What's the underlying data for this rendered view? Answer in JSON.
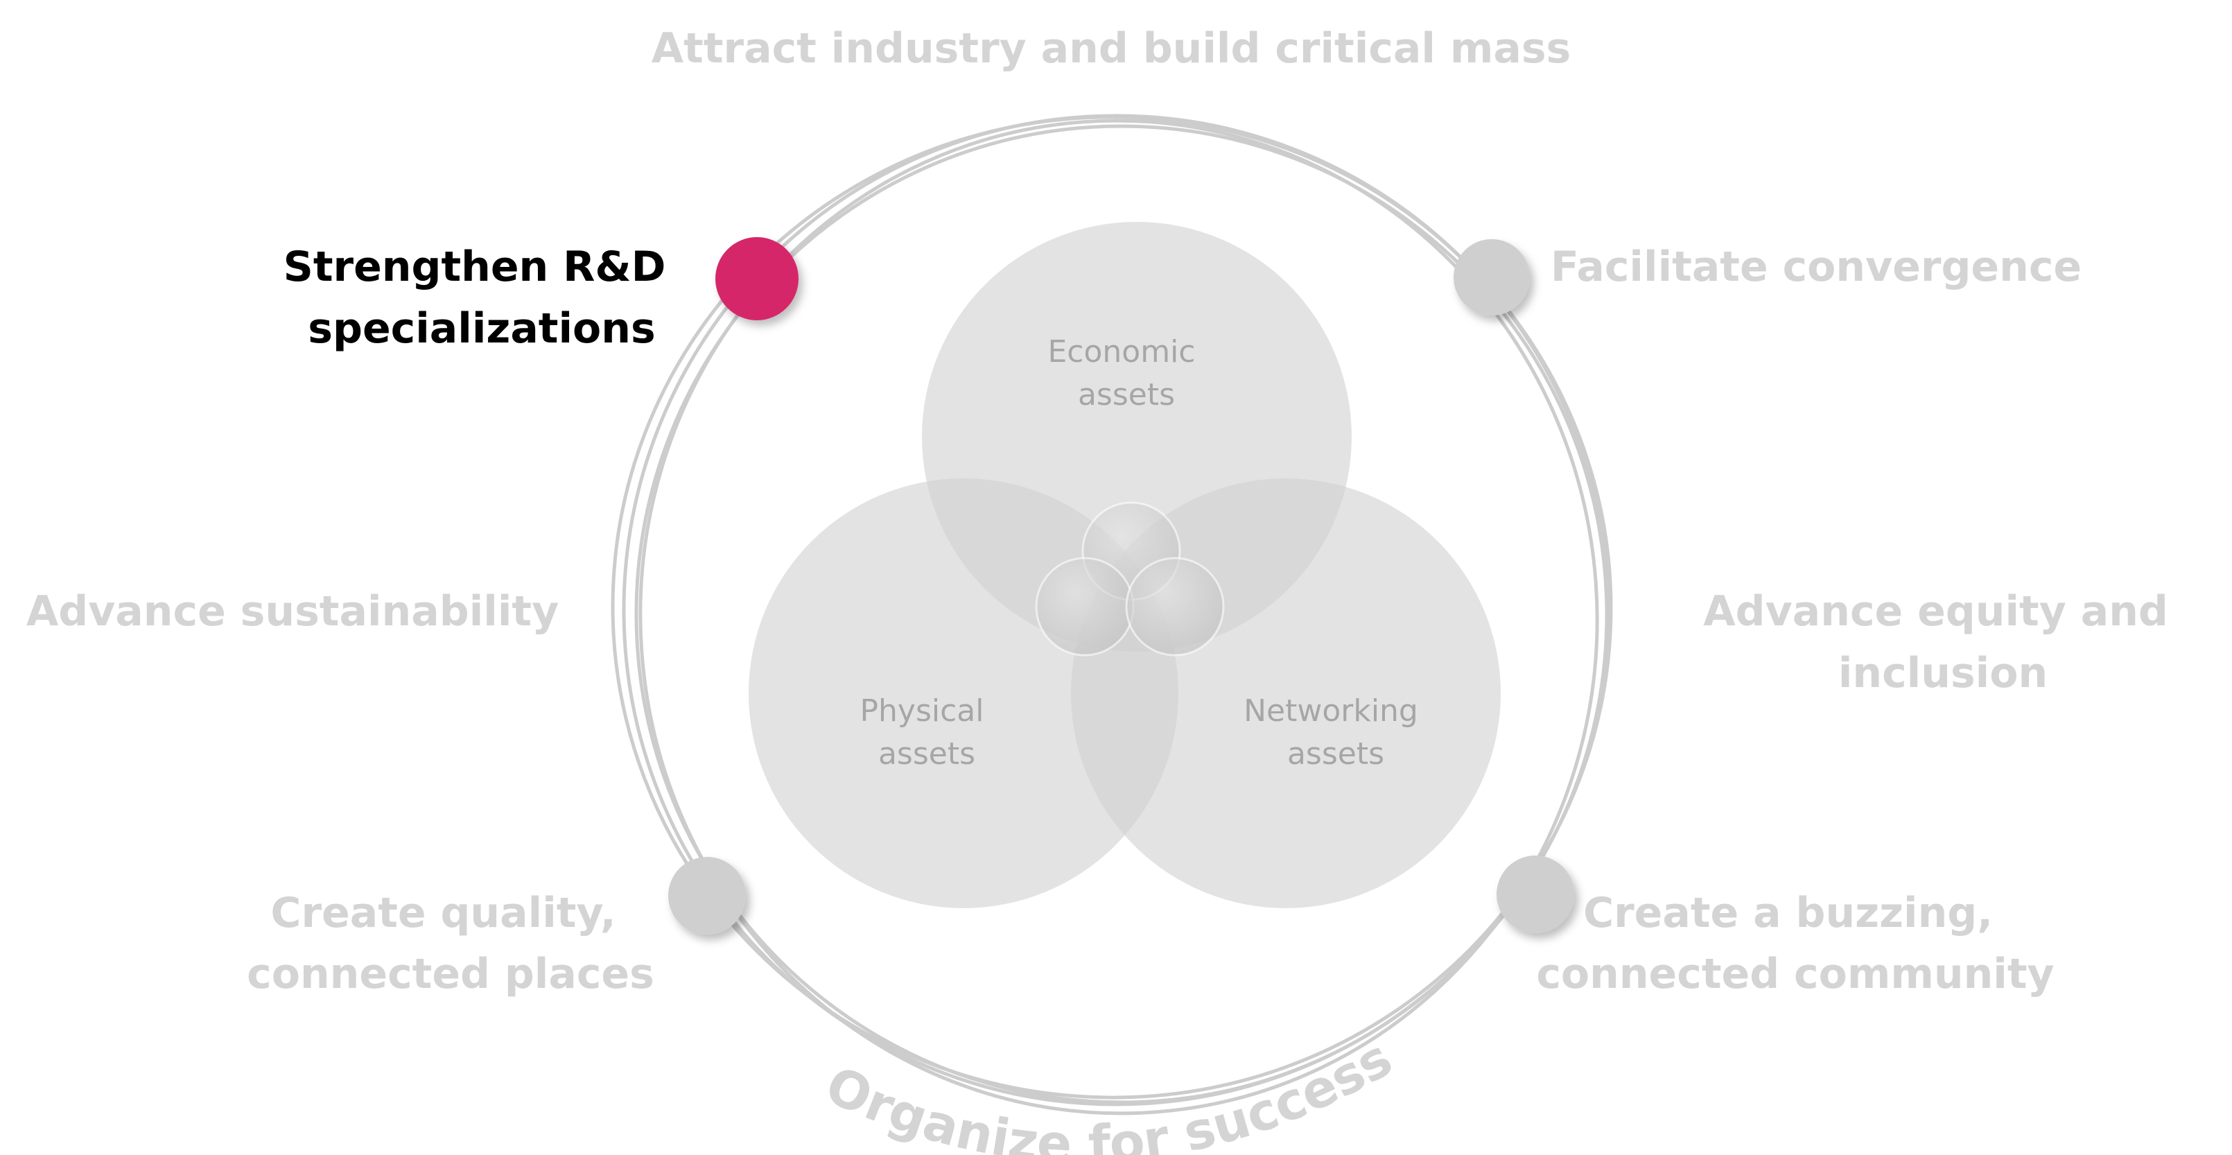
{
  "diagram": {
    "strategies": {
      "top": "Attract industry and build critical mass",
      "strengthen_line1": "Strengthen R&D",
      "strengthen_line2": "specializations",
      "convergence": "Facilitate convergence",
      "sustainability": "Advance sustainability",
      "equity_line1": "Advance equity and",
      "equity_line2": "inclusion",
      "places_line1": "Create quality,",
      "places_line2": "connected places",
      "community_line1": "Create a buzzing,",
      "community_line2": "connected community"
    },
    "assets": {
      "economic_line1": "Economic",
      "economic_line2": "assets",
      "physical_line1": "Physical",
      "physical_line2": "assets",
      "networking_line1": "Networking",
      "networking_line2": "assets"
    },
    "arc_label": "Organize for success",
    "highlighted": "Strengthen R&D specializations",
    "colors": {
      "highlight": "#d6286a",
      "node": "#cfcfcf",
      "ring": "#cccccc",
      "asset_fill": "#d0d0d0",
      "text_dim": "#d4d4d4",
      "text_active": "#000000"
    }
  }
}
